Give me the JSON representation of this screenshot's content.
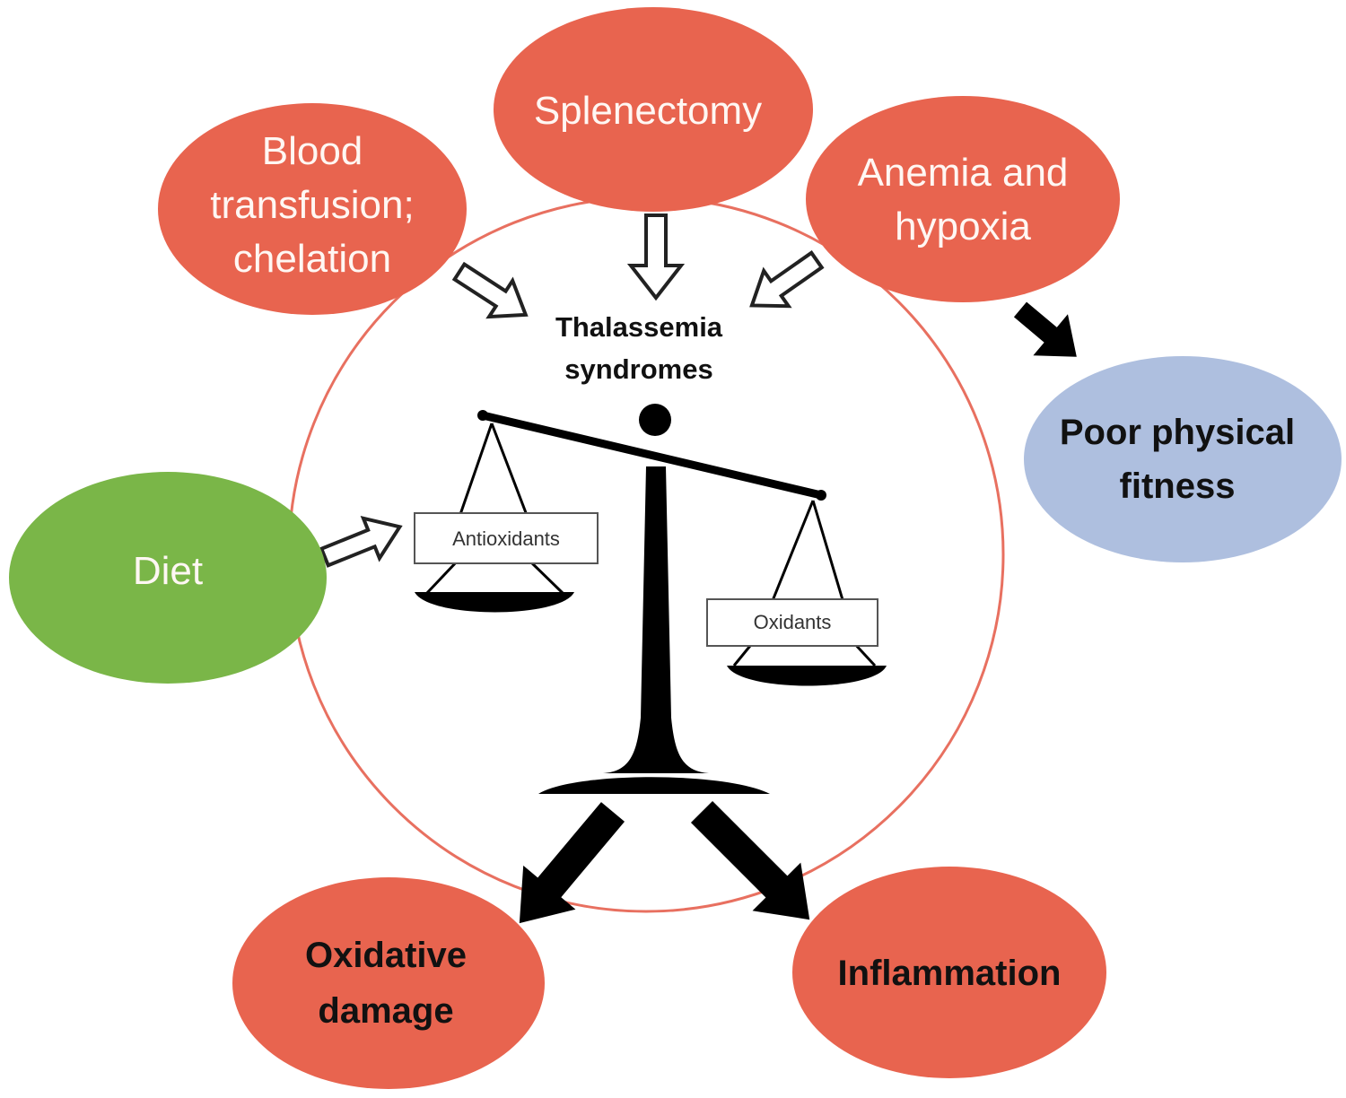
{
  "center": {
    "line1": "Thalassemia",
    "line2": "syndromes"
  },
  "nodes": {
    "splenectomy": {
      "lines": [
        "Splenectomy"
      ],
      "color": "#e8644f"
    },
    "blood": {
      "lines": [
        "Blood",
        "transfusion;",
        "chelation"
      ],
      "color": "#e8644f"
    },
    "anemia": {
      "lines": [
        "Anemia and",
        "hypoxia"
      ],
      "color": "#e8644f"
    },
    "diet": {
      "lines": [
        "Diet"
      ],
      "color": "#7ab648"
    },
    "fitness": {
      "lines": [
        "Poor physical",
        "fitness"
      ],
      "color": "#aebfdf"
    },
    "oxidative": {
      "lines": [
        "Oxidative",
        "damage"
      ],
      "color": "#e8644f"
    },
    "inflammation": {
      "lines": [
        "Inflammation"
      ],
      "color": "#e8644f"
    }
  },
  "scale": {
    "left_pan_label": "Antioxidants",
    "right_pan_label": "Oxidants"
  },
  "colors": {
    "circle_outline": "#e87060",
    "scale": "#000000"
  }
}
